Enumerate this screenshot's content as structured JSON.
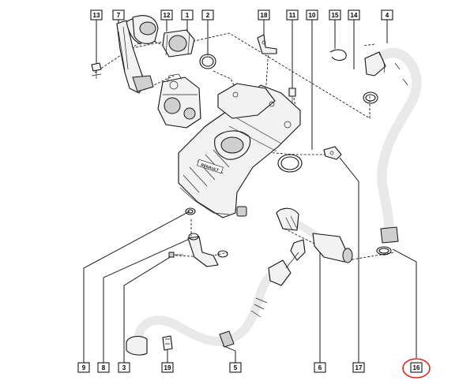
{
  "callouts": {
    "top": [
      {
        "label": "13"
      },
      {
        "label": "7"
      },
      {
        "label": "12"
      },
      {
        "label": "1"
      },
      {
        "label": "2"
      },
      {
        "label": "18"
      },
      {
        "label": "11"
      },
      {
        "label": "10"
      },
      {
        "label": "15"
      },
      {
        "label": "14"
      },
      {
        "label": "4"
      }
    ],
    "bottom": [
      {
        "label": "9"
      },
      {
        "label": "8"
      },
      {
        "label": "3"
      },
      {
        "label": "19"
      },
      {
        "label": "5"
      },
      {
        "label": "6"
      },
      {
        "label": "17"
      },
      {
        "label": "16"
      }
    ]
  },
  "highlighted_callout": "16",
  "engraved_text": "RENAULT",
  "colors": {
    "line": "#111111",
    "highlight_circle": "#e0241b",
    "background": "#ffffff"
  }
}
